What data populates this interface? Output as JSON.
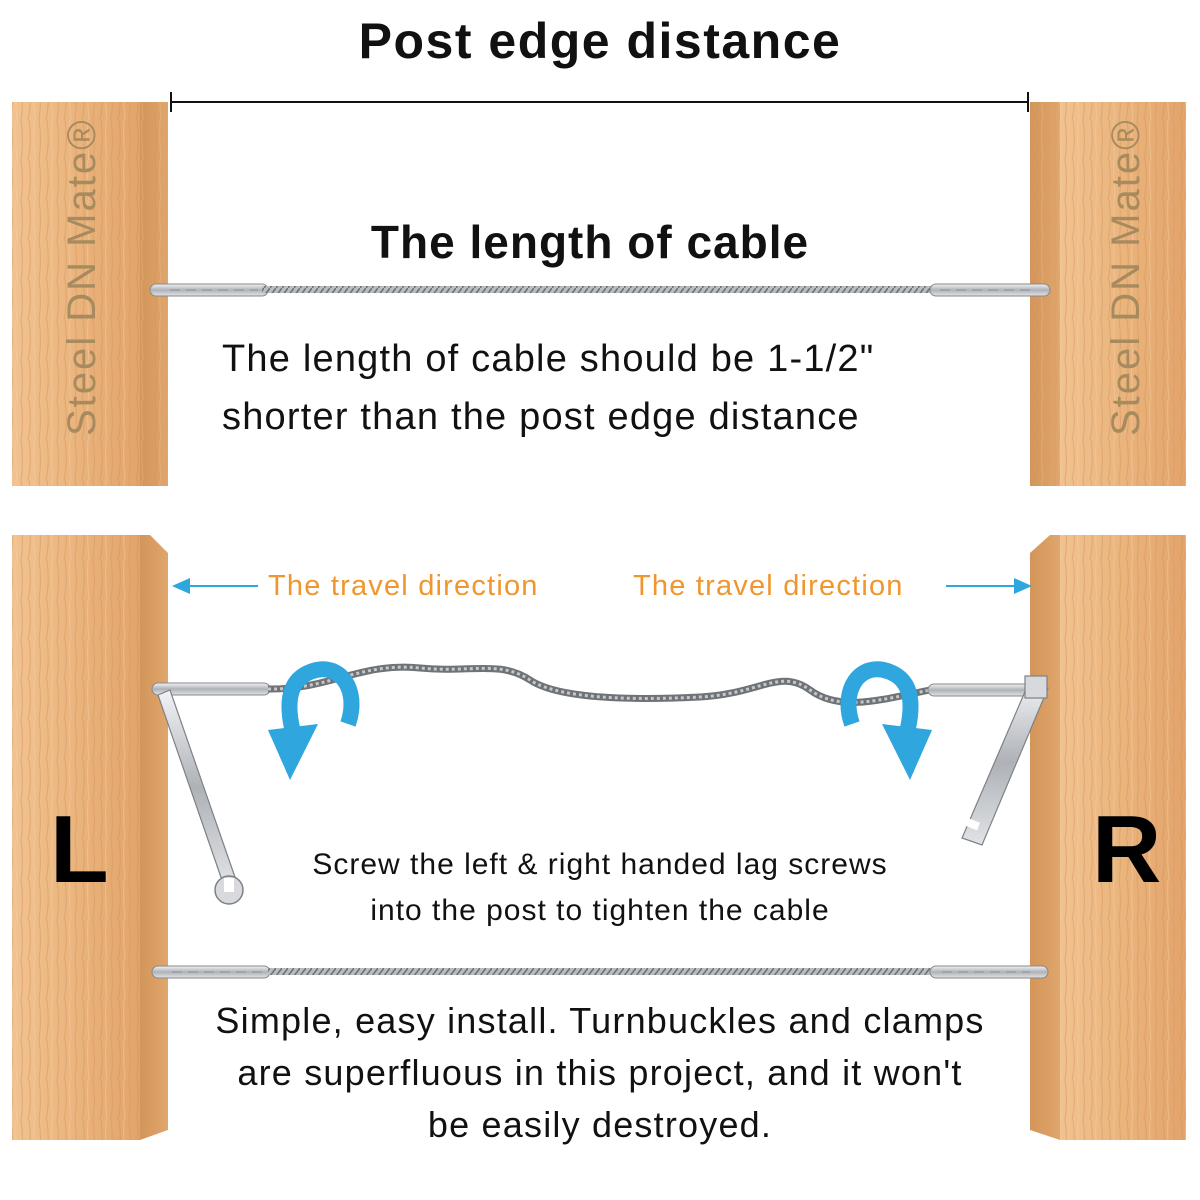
{
  "title": "Post edge distance",
  "cable_heading": "The length of cable",
  "cable_note": "The length of cable should be 1-1/2\"\nshorter than the post edge distance",
  "brand": "Steel DN Mate®",
  "travel_left": "The travel direction",
  "travel_right": "The travel direction",
  "side_left": "L",
  "side_right": "R",
  "screw_note": "Screw the left & right handed lag screws\ninto the post to tighten the cable",
  "install_note": "Simple, easy install. Turnbuckles and clamps\nare superfluous in this project, and it won't\nbe easily destroyed.",
  "colors": {
    "wood": "#e9b37c",
    "wood_dark": "#c98c54",
    "arrow_blue": "#2fa6dd",
    "travel_text": "#f0962e"
  }
}
